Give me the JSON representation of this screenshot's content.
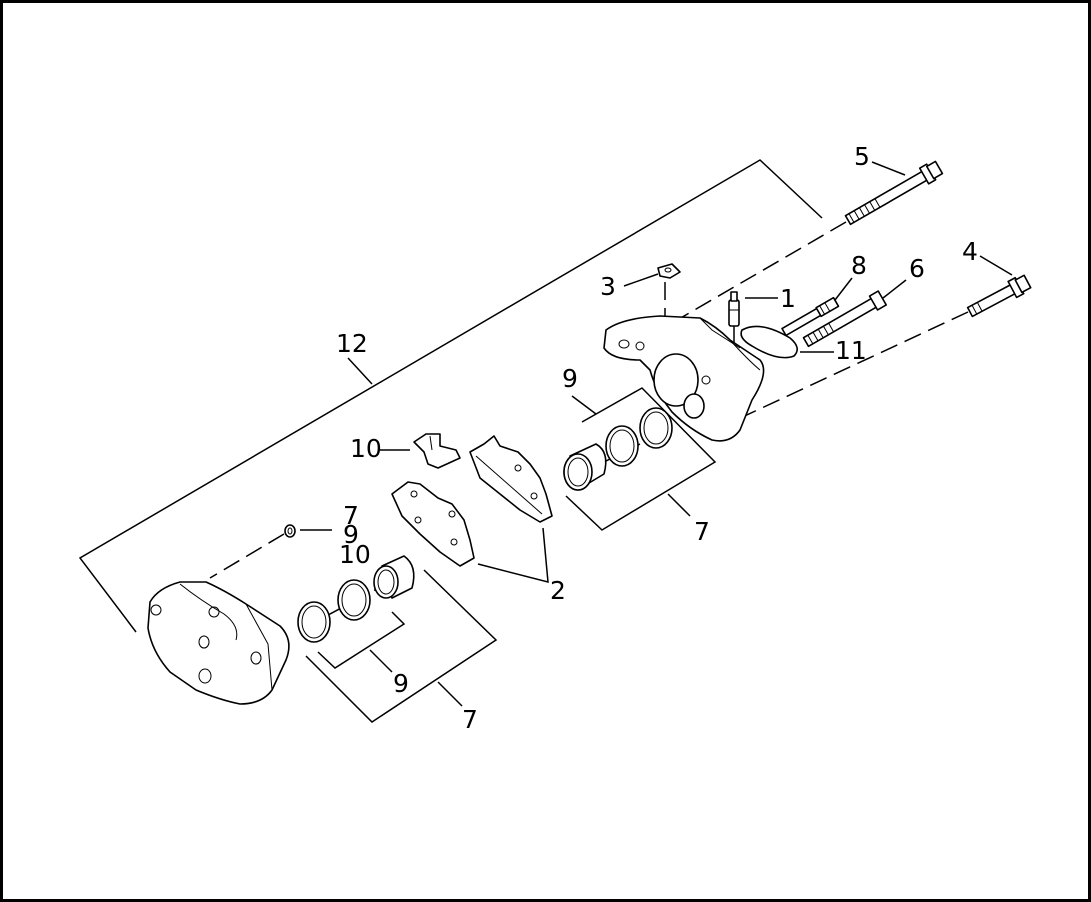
{
  "diagram": {
    "callouts": [
      {
        "id": "c5",
        "text": "5"
      },
      {
        "id": "c4",
        "text": "4"
      },
      {
        "id": "c8",
        "text": "8"
      },
      {
        "id": "c6",
        "text": "6"
      },
      {
        "id": "c3",
        "text": "3"
      },
      {
        "id": "c1",
        "text": "1"
      },
      {
        "id": "c11",
        "text": "11"
      },
      {
        "id": "c12",
        "text": "12"
      },
      {
        "id": "c9a",
        "text": "9"
      },
      {
        "id": "c10a",
        "text": "10"
      },
      {
        "id": "c7a",
        "text": "7"
      },
      {
        "id": "c7b",
        "text": "7"
      },
      {
        "id": "c9b",
        "text": "9"
      },
      {
        "id": "c10b",
        "text": "10"
      },
      {
        "id": "c2",
        "text": "2"
      },
      {
        "id": "c9c",
        "text": "9"
      },
      {
        "id": "c7c",
        "text": "7"
      }
    ]
  }
}
